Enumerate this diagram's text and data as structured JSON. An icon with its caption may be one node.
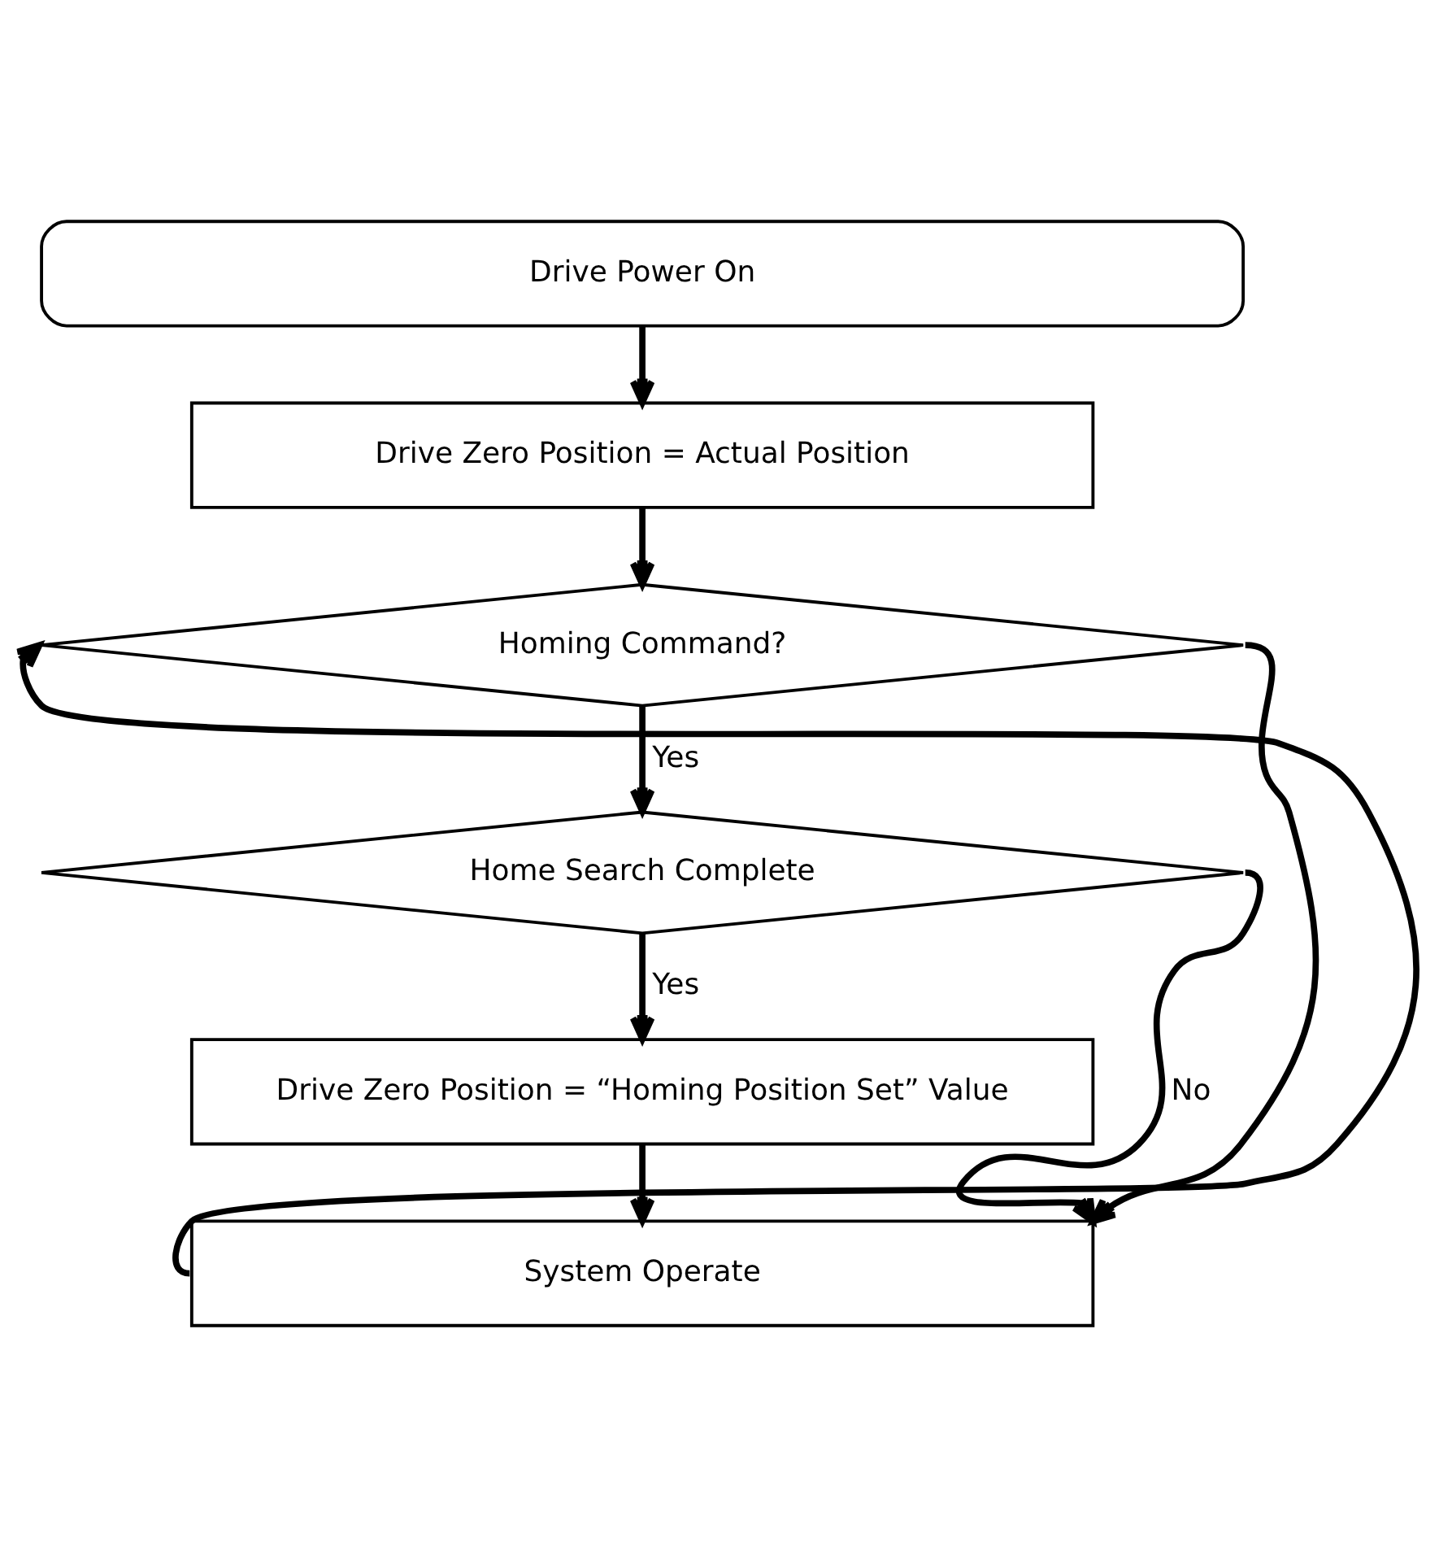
{
  "diagram": {
    "nodes": [
      {
        "text": [
          "Drive Power On"
        ]
      },
      {
        "text": [
          "Drive Zero Position = Actual Position"
        ]
      },
      {
        "text": [
          "Homing Command?"
        ]
      },
      {
        "text": [
          "Home Search Complete"
        ]
      },
      {
        "text": [
          "Drive Zero Position = “Homing Position Set” Value"
        ]
      },
      {
        "text": [
          "System Operate"
        ]
      }
    ],
    "edges": [
      {
        "from": 0,
        "to": 1,
        "arrow": "to"
      },
      {
        "from": 1,
        "to": 2,
        "arrow": "to"
      },
      {
        "from": 2,
        "to": 3,
        "arrow": "to",
        "label": "Yes"
      },
      {
        "from": 3,
        "to": 4,
        "arrow": "to",
        "label": "Yes"
      },
      {
        "from": 4,
        "to": 5,
        "arrow": "to"
      },
      {
        "from": 2,
        "to": 5,
        "arrow": "to"
      },
      {
        "from": 3,
        "to": 5,
        "arrow": "to",
        "label": "No"
      },
      {
        "from": 5,
        "to": 2,
        "arrow": "to"
      }
    ]
  }
}
